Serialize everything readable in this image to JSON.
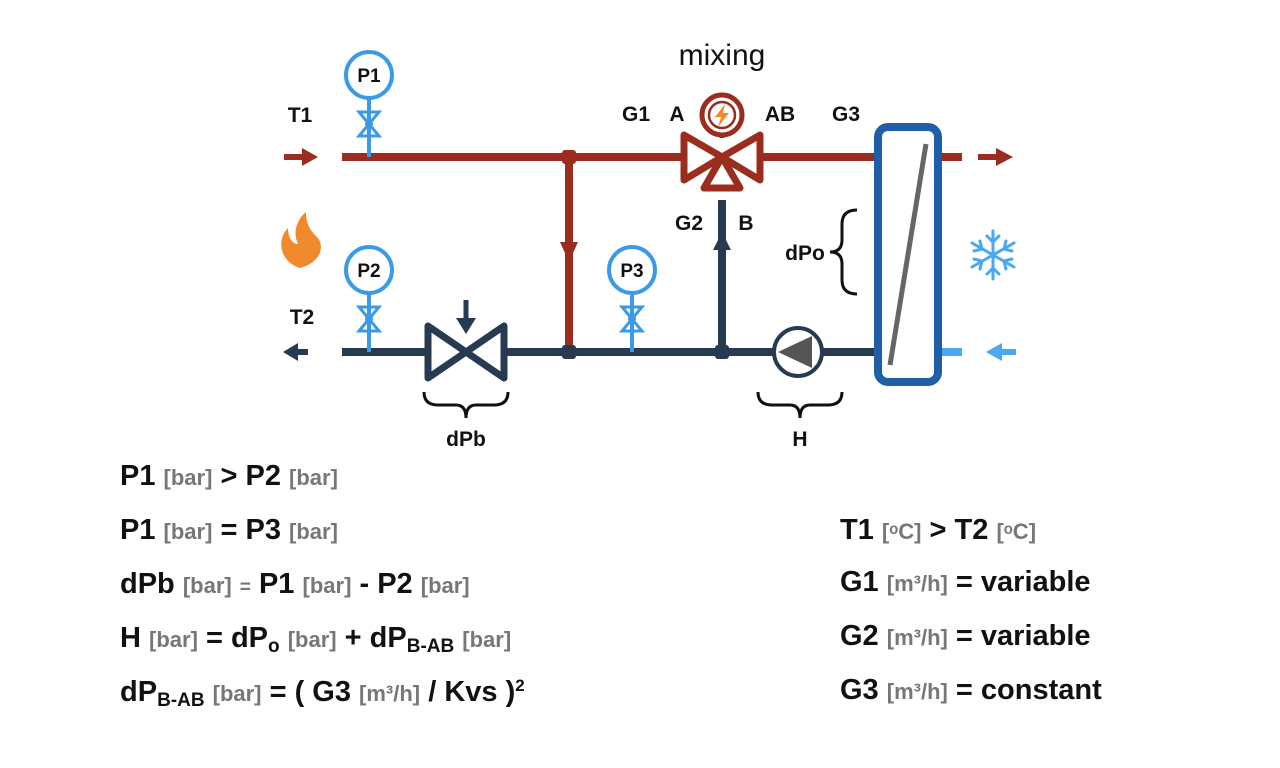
{
  "colors": {
    "hot": "#9b2d1f",
    "cold": "#273a52",
    "gauge": "#3a9ae8",
    "exchanger": "#1f5fa8",
    "fire": "#f08a2a",
    "snow": "#4aa8f0",
    "unit_gray": "#777777"
  },
  "icons": [
    "pressure-gauge-icon",
    "valve-icon",
    "fire-icon",
    "snowflake-icon",
    "pump-icon",
    "mixing-valve-icon",
    "actuator-bolt-icon",
    "heat-exchanger-icon",
    "arrow-icon",
    "brace-icon"
  ],
  "labels": {
    "title": "mixing",
    "t1": "T1",
    "t2": "T2",
    "p1": "P1",
    "p2": "P2",
    "p3": "P3",
    "g1": "G1",
    "g2": "G2",
    "g3": "G3",
    "a": "A",
    "ab": "AB",
    "b": "B",
    "dpo": "dPo",
    "dpb": "dPb",
    "h": "H"
  },
  "equations_left": {
    "eq1": {
      "a": "P1",
      "au": "[bar]",
      "op": ">",
      "b": "P2",
      "bu": "[bar]"
    },
    "eq2": {
      "a": "P1",
      "au": "[bar]",
      "op": "=",
      "b": "P3",
      "bu": "[bar]"
    },
    "eq3": {
      "a": "dPb",
      "au": "[bar]",
      "op": "=",
      "b": "P1",
      "bu": "[bar]",
      "op2": "-",
      "c": "P2",
      "cu": "[bar]"
    },
    "eq4": {
      "a": "H",
      "au": "[bar]",
      "op": "=",
      "b": "dP",
      "bsub": "o",
      "bu": "[bar]",
      "op2": "+",
      "c": "dP",
      "csub": "B-AB",
      "cu": "[bar]"
    },
    "eq5": {
      "a": "dP",
      "asub": "B-AB",
      "au": "[bar]",
      "op": "= (",
      "b": "G3",
      "bu": "[m³/h]",
      "op2": "/ Kvs )",
      "sup": "2"
    }
  },
  "equations_right": {
    "eq1": {
      "a": "T1",
      "au": "[ᵒC]",
      "op": ">",
      "b": "T2",
      "bu": "[ᵒC]"
    },
    "eq2": {
      "a": "G1",
      "au": "[m³/h]",
      "op": "=",
      "b": "variable"
    },
    "eq3": {
      "a": "G2",
      "au": "[m³/h]",
      "op": "=",
      "b": "variable"
    },
    "eq4": {
      "a": "G3",
      "au": "[m³/h]",
      "op": "=",
      "b": "constant"
    }
  }
}
